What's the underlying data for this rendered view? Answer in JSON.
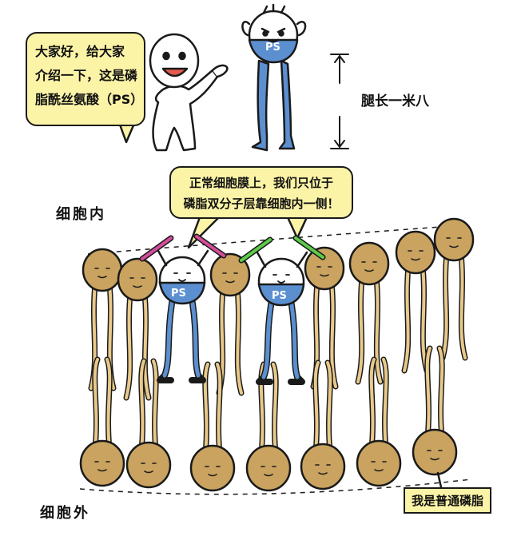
{
  "bubble_intro": {
    "lines": [
      "大家好，给大家",
      "介绍一下，这是磷",
      "脂酰丝氨酸（PS）"
    ]
  },
  "bubble_position": {
    "lines": [
      "正常细胞膜上，我们只位于",
      "磷脂双分子层靠细胞内一侧！"
    ]
  },
  "labels": {
    "leg_length": "腿长一米八",
    "inside_cell": "细胞内",
    "outside_cell": "细胞外",
    "normal_lipid": "我是普通磷脂",
    "ps": "PS"
  },
  "colors": {
    "bubble_fill": "#fbf3a6",
    "lipid_head": "#c9a35f",
    "ps_blue": "#5b8fd0",
    "glow_stick_pink": "#d54c9b",
    "glow_stick_green": "#5ccb4a"
  }
}
